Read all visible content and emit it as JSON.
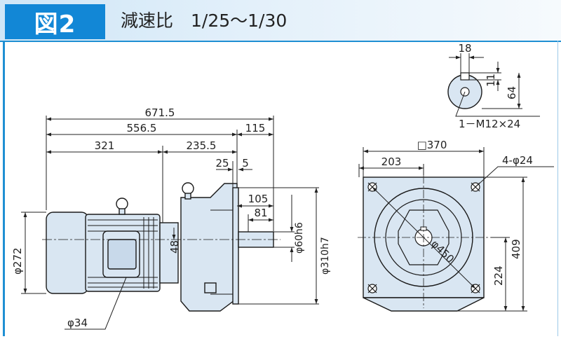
{
  "header": {
    "figure_label": "図2",
    "title": "減速比　1/25～1/30"
  },
  "colors": {
    "accent": "#1287d6",
    "part_fill": "#d9e6f2",
    "part_stroke": "#1a1a1a"
  },
  "side_view": {
    "overall_length": "671.5",
    "motor_plus_gear": "556.5",
    "shaft_extension": "115",
    "motor_length": "321",
    "gear_length": "235.5",
    "flange_dim_a": "25",
    "flange_dim_b": "5",
    "shaft_dim_105": "105",
    "shaft_dim_81": "81",
    "shaft_dia": "φ60h6",
    "pilot_dia": "φ310h7",
    "motor_dia": "φ272",
    "center_dim": "48",
    "conduit_dia": "φ34"
  },
  "shaft_detail": {
    "key_width": "18",
    "key_depth": "11",
    "shaft_height": "64",
    "tap": "1－M12×24"
  },
  "front_view": {
    "flange_square": "□370",
    "half_width": "203",
    "bolt_holes": "4-φ24",
    "bolt_circle": "φ450",
    "total_height": "409",
    "center_height": "224"
  }
}
